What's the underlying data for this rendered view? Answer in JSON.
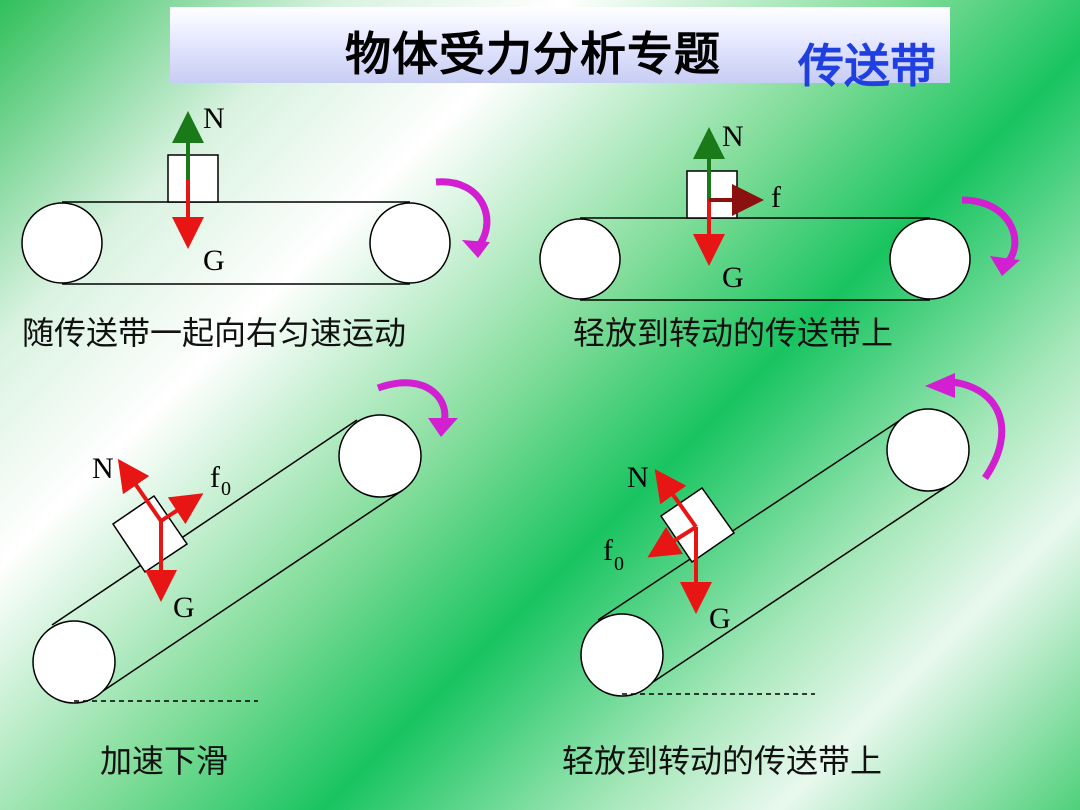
{
  "title": {
    "main": "物体受力分析专题",
    "sub": "传送带"
  },
  "panels": [
    {
      "caption": "随传送带一起向右匀速运动",
      "labels": {
        "n": "N",
        "g": "G"
      }
    },
    {
      "caption": "轻放到转动的传送带上",
      "labels": {
        "n": "N",
        "g": "G",
        "f": "f"
      }
    },
    {
      "caption": "加速下滑",
      "labels": {
        "n": "N",
        "g": "G",
        "f": "f",
        "f_sub": "0"
      }
    },
    {
      "caption": "轻放到转动的传送带上",
      "labels": {
        "n": "N",
        "g": "G",
        "f": "f",
        "f_sub": "0"
      }
    }
  ],
  "colors": {
    "normal_force": "#1a7a1a",
    "gravity": "#e81515",
    "friction_dark": "#8b1010",
    "rotation_arrow": "#d11fd1",
    "title_sub": "#1f3fe0"
  }
}
